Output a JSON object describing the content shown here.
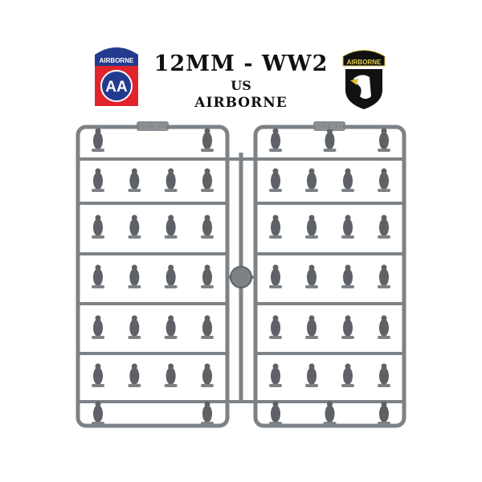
{
  "heading": {
    "line1": "12MM - WW2",
    "line2": "US",
    "line3": "AIRBORNE"
  },
  "patch_82nd": {
    "tab_text": "AIRBORNE",
    "emblem_text": "AA"
  },
  "patch_101st": {
    "tab_text": "AIRBORNE"
  },
  "sprue_codes": [
    "VG12032",
    "VG12032"
  ],
  "colors": {
    "sprue": "#7d8286",
    "sprue_dark": "#5e6266",
    "red": "#e1232b",
    "blue": "#233b8f"
  }
}
